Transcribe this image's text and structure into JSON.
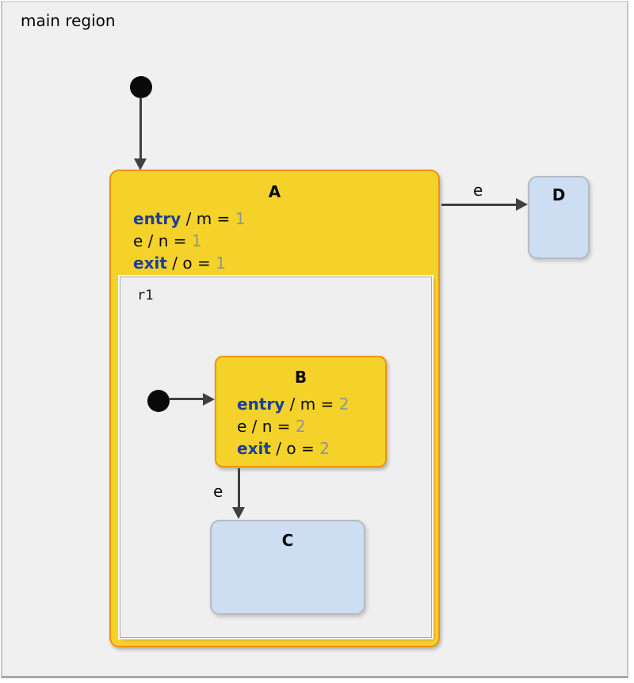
{
  "colors": {
    "canvas_bg": "#f0f0f1",
    "active_state_fill": "#f4d22a",
    "active_state_border": "#f39204",
    "state_fill": "#cdddf2",
    "state_border": "#b4bac3",
    "keyword_blue": "#1c3e96",
    "value_gray": "#8f9499",
    "arrow": "#3e4042"
  },
  "canvas": {
    "region_label": "main region"
  },
  "states": {
    "a": {
      "title": "A",
      "actions": [
        {
          "kw": "entry",
          "mid": " / m = ",
          "val": "1"
        },
        {
          "kw": "e",
          "mid": " / n = ",
          "val": "1"
        },
        {
          "kw": "exit",
          "mid": " / o = ",
          "val": "1"
        }
      ],
      "region": {
        "label": "r1"
      }
    },
    "b": {
      "title": "B",
      "actions": [
        {
          "kw": "entry",
          "mid": " / m = ",
          "val": "2"
        },
        {
          "kw": "e",
          "mid": " / n = ",
          "val": "2"
        },
        {
          "kw": "exit",
          "mid": " / o = ",
          "val": "2"
        }
      ]
    },
    "c": {
      "title": "C"
    },
    "d": {
      "title": "D"
    }
  },
  "transitions": {
    "a_to_d": {
      "label": "e"
    },
    "b_to_c": {
      "label": "e"
    }
  }
}
